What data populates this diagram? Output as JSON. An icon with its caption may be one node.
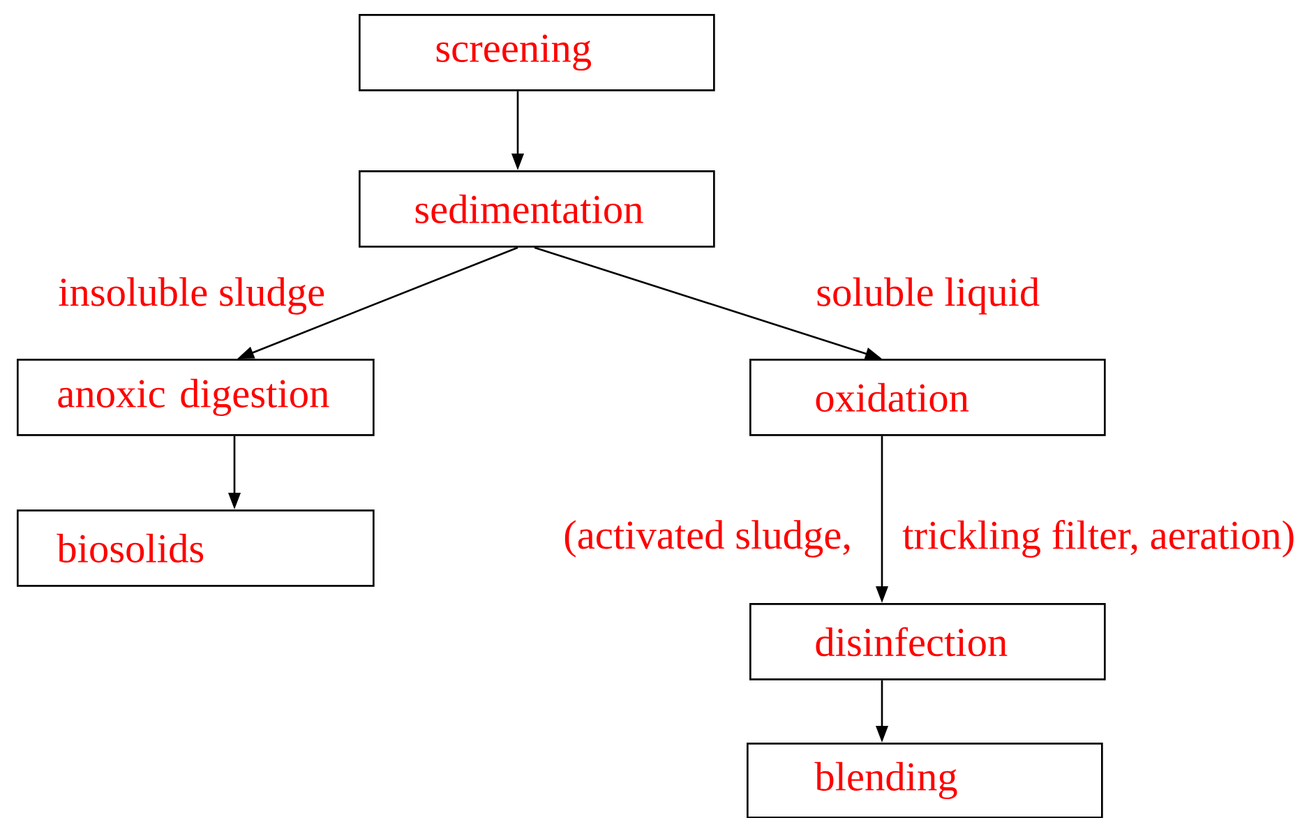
{
  "diagram": {
    "nodes": [
      {
        "text": [
          "screening"
        ]
      },
      {
        "text": [
          "sedimentation"
        ]
      },
      {
        "text": [
          "anoxic digestion"
        ]
      },
      {
        "text": [
          "oxidation"
        ]
      },
      {
        "text": [
          "biosolids"
        ]
      },
      {
        "text": [
          "disinfection"
        ]
      },
      {
        "text": [
          "blending"
        ]
      }
    ],
    "edges": [
      {
        "from": 0,
        "to": 1,
        "arrow": "to"
      },
      {
        "from": 1,
        "to": 2,
        "arrow": "to",
        "label": "insoluble sludge"
      },
      {
        "from": 1,
        "to": 3,
        "arrow": "to",
        "label": "soluble liquid"
      },
      {
        "from": 2,
        "to": 4,
        "arrow": "to"
      },
      {
        "from": 3,
        "to": 5,
        "arrow": "to"
      },
      {
        "from": 5,
        "to": 6,
        "arrow": "to"
      }
    ],
    "labels": [
      "(activated sludge,",
      "trickling filter, aeration)"
    ]
  }
}
